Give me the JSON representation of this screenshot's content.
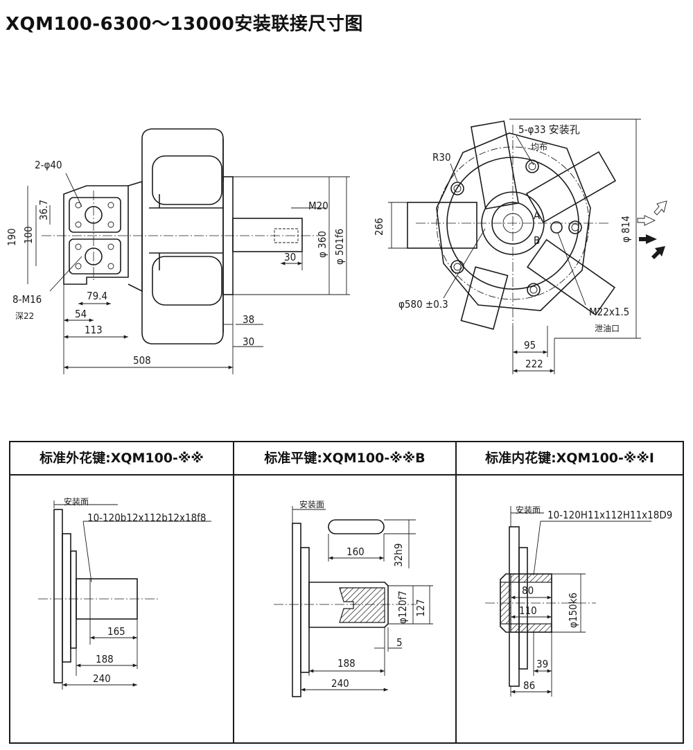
{
  "title": "XQM100-6300～13000安装联接尺寸图",
  "side_view": {
    "labels": {
      "holes": "2-φ40",
      "d36": "36.7",
      "d190": "190",
      "d100": "100",
      "m16": "8-M16",
      "depth": "深22",
      "d79": "79.4",
      "d54": "54",
      "d113": "113",
      "d508": "508",
      "d38": "38",
      "d30b": "30",
      "m20": "M20",
      "d30": "30",
      "d360": "φ 360",
      "d501": "φ 501f6"
    }
  },
  "front_view": {
    "labels": {
      "mount_holes": "5-φ33 安装孔",
      "uniform": "均布",
      "r30": "R30",
      "a": "A",
      "b": "B",
      "d266": "266",
      "d580": "φ580 ±0.3",
      "m22": "M22x1.5",
      "drain": "泄油口",
      "d95": "95",
      "d222": "222",
      "d814": "φ 814"
    }
  },
  "table": {
    "columns": [
      {
        "header": "标准外花键:XQM100-※※",
        "labels": {
          "face": "安装面",
          "spec": "10-120b12x112b12x18f8",
          "d165": "165",
          "d188": "188",
          "d240": "240"
        }
      },
      {
        "header": "标准平键:XQM100-※※B",
        "labels": {
          "face": "安装面",
          "d160": "160",
          "d32": "32h9",
          "d120": "φ120f7",
          "d127": "127",
          "d5": "5",
          "d188": "188",
          "d240": "240"
        }
      },
      {
        "header": "标准内花键:XQM100-※※I",
        "labels": {
          "face": "安装面",
          "spec": "10-120H11x112H11x18D9",
          "d80": "80",
          "d110": "110",
          "d150": "φ150k6",
          "d39": "39",
          "d86": "86"
        }
      }
    ]
  }
}
